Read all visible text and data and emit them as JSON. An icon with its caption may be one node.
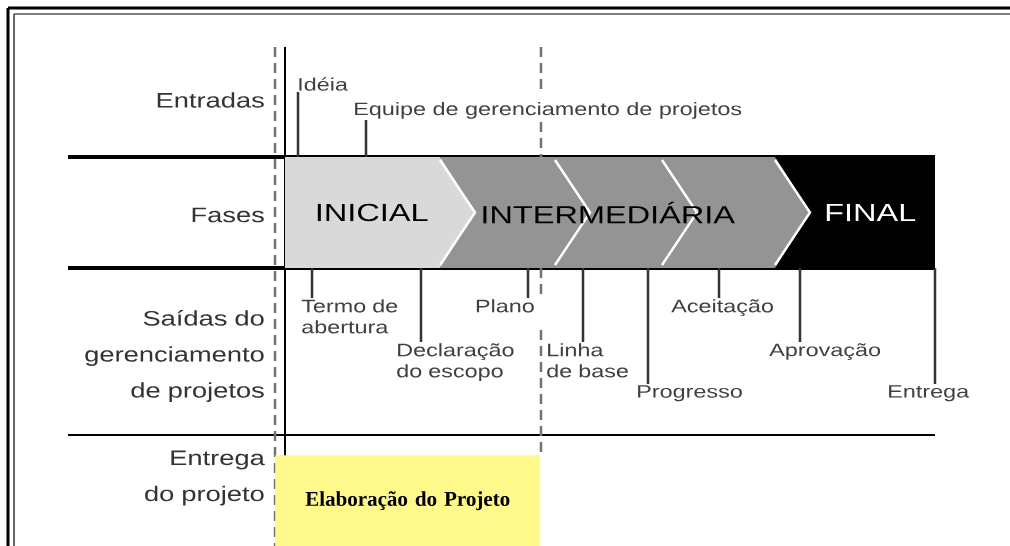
{
  "diagram": {
    "nodes": [
      {
        "text": [
          "Idéia"
        ]
      },
      {
        "text": [
          "Equipe de gerenciamento de projetos"
        ]
      },
      {
        "text": [
          "INICIAL"
        ]
      },
      {
        "text": [
          "INTERMEDIÁRIA"
        ]
      },
      {
        "text": [
          "FINAL"
        ]
      },
      {
        "text": [
          "Termo de abertura"
        ]
      },
      {
        "text": [
          "Declaração do escopo"
        ]
      },
      {
        "text": [
          "Plano"
        ]
      },
      {
        "text": [
          "Linha de base"
        ]
      },
      {
        "text": [
          "Progresso"
        ]
      },
      {
        "text": [
          "Aceitação"
        ]
      },
      {
        "text": [
          "Aprovação"
        ]
      },
      {
        "text": [
          "Entrega"
        ]
      },
      {
        "text": [
          "Elaboração do Projeto"
        ]
      }
    ],
    "edges": [
      {
        "from": 0,
        "to": 2,
        "arrow": "none"
      },
      {
        "from": 1,
        "to": 2,
        "arrow": "none"
      },
      {
        "from": 5,
        "to": 2,
        "arrow": "none"
      },
      {
        "from": 6,
        "to": 2,
        "arrow": "none"
      },
      {
        "from": 7,
        "to": 3,
        "arrow": "none"
      },
      {
        "from": 8,
        "to": 3,
        "arrow": "none"
      },
      {
        "from": 9,
        "to": 3,
        "arrow": "none"
      },
      {
        "from": 10,
        "to": 3,
        "arrow": "none"
      },
      {
        "from": 11,
        "to": 4,
        "arrow": "none"
      },
      {
        "from": 12,
        "to": 4,
        "arrow": "none"
      }
    ],
    "labels": [
      "Entradas",
      "Fases",
      "Saídas do gerenciamento de projetos",
      "Entrega do projeto"
    ]
  }
}
